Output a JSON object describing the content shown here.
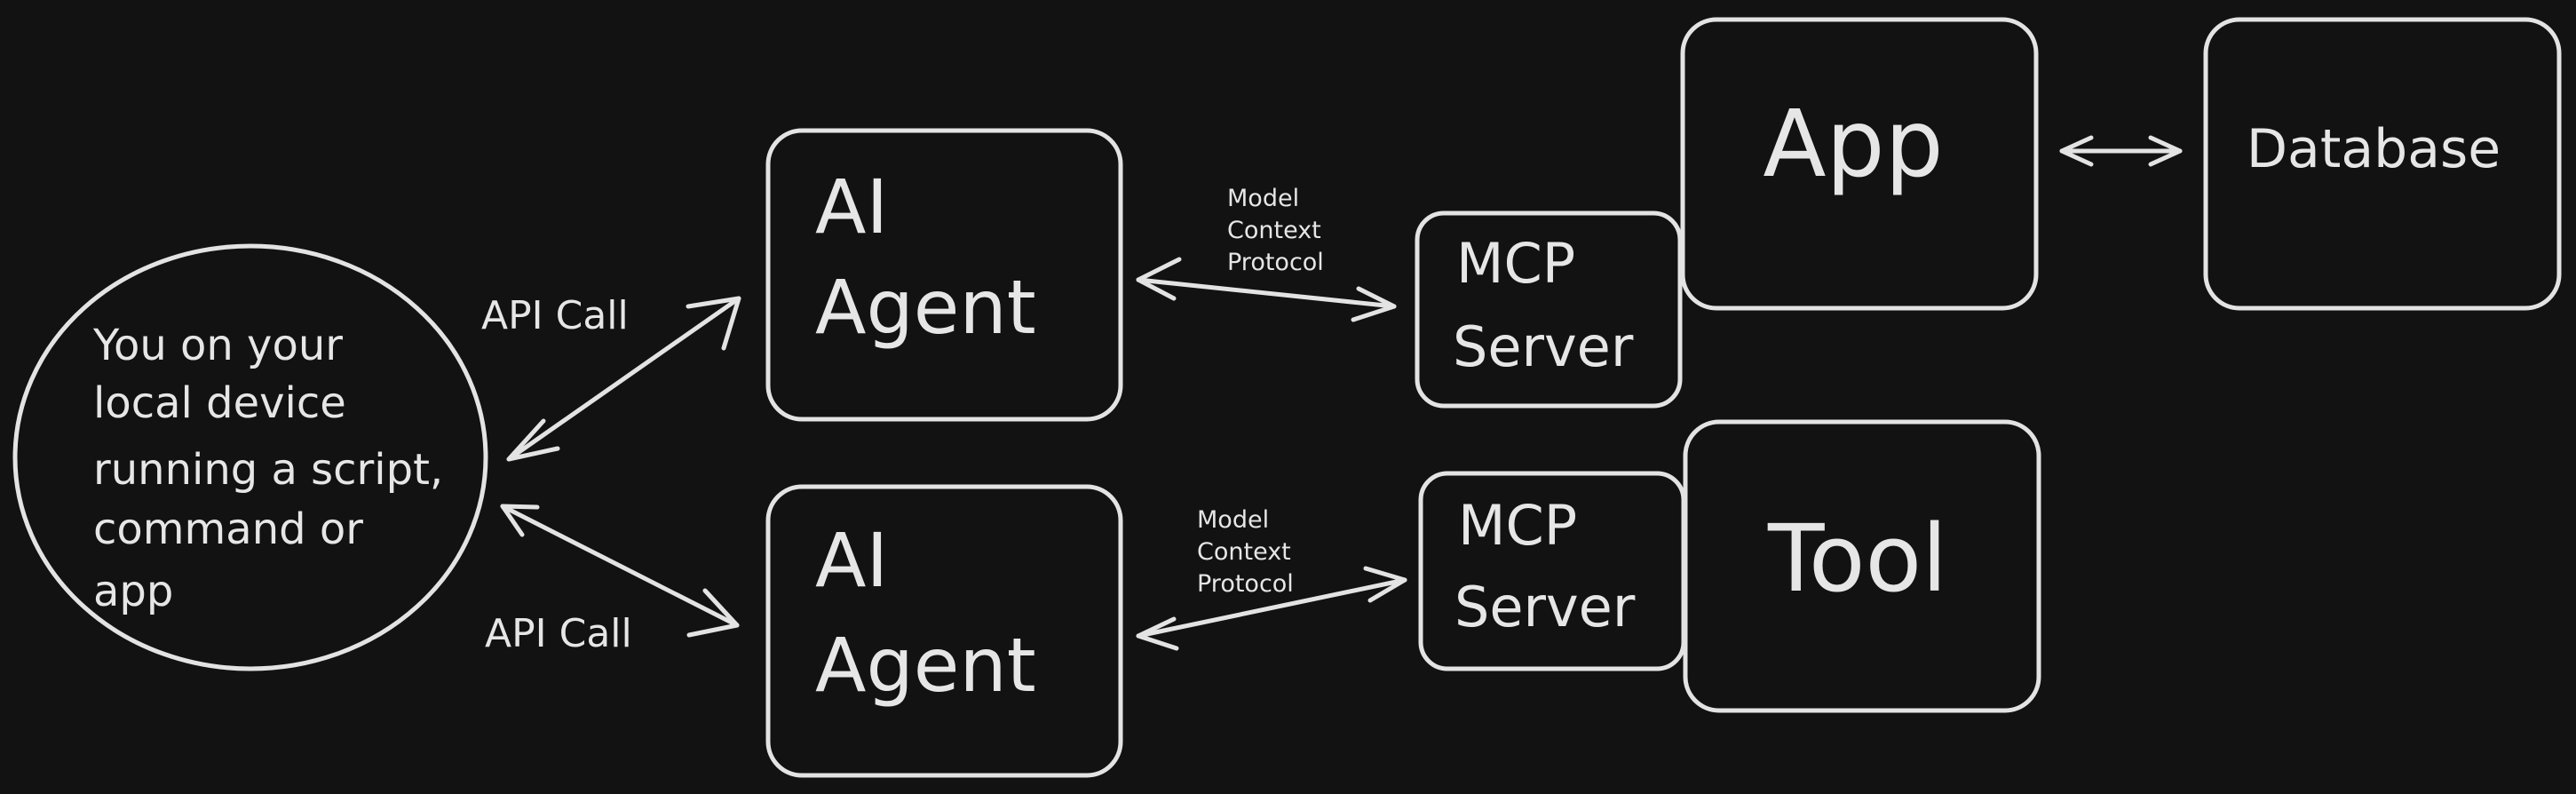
{
  "colors": {
    "background": "#121212",
    "client_fill": "#0f3d1a",
    "agent_fill": "#0e2440",
    "mcp_fill": "#3a1719",
    "app_fill": "#b197fc",
    "database_fill": "#a98f88",
    "tool_fill": "#56a1e6",
    "stroke": "#e3e3e3",
    "text": "#e6e6e6"
  },
  "nodes": {
    "client": {
      "lines": [
        "You on your",
        "local device",
        "running a script,",
        "command or",
        "app"
      ]
    },
    "agent_top": {
      "lines": [
        "AI",
        "Agent"
      ]
    },
    "agent_bottom": {
      "lines": [
        "AI",
        "Agent"
      ]
    },
    "mcp_top": {
      "lines": [
        "MCP",
        "Server"
      ]
    },
    "mcp_bottom": {
      "lines": [
        "MCP",
        "Server"
      ]
    },
    "app": {
      "label": "App"
    },
    "database": {
      "label": "Database"
    },
    "tool": {
      "label": "Tool"
    }
  },
  "edges": {
    "api_top": {
      "label": "API Call"
    },
    "api_bottom": {
      "label": "API Call"
    },
    "mcp_protocol_top": {
      "lines": [
        "Model",
        "Context",
        "Protocol"
      ]
    },
    "mcp_protocol_bottom": {
      "lines": [
        "Model",
        "Context",
        "Protocol"
      ]
    }
  }
}
